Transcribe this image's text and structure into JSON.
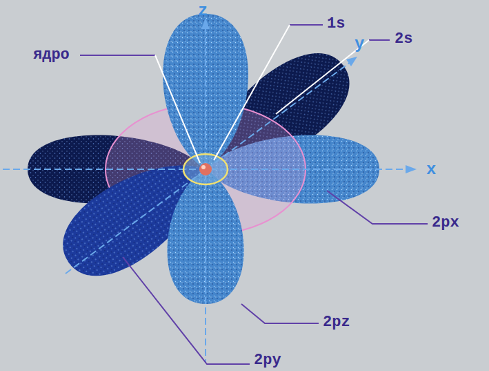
{
  "diagram": {
    "labels": [
      "z",
      "1s",
      "ядро",
      "2s",
      "y",
      "x",
      "2px",
      "2pz",
      "2py"
    ]
  }
}
